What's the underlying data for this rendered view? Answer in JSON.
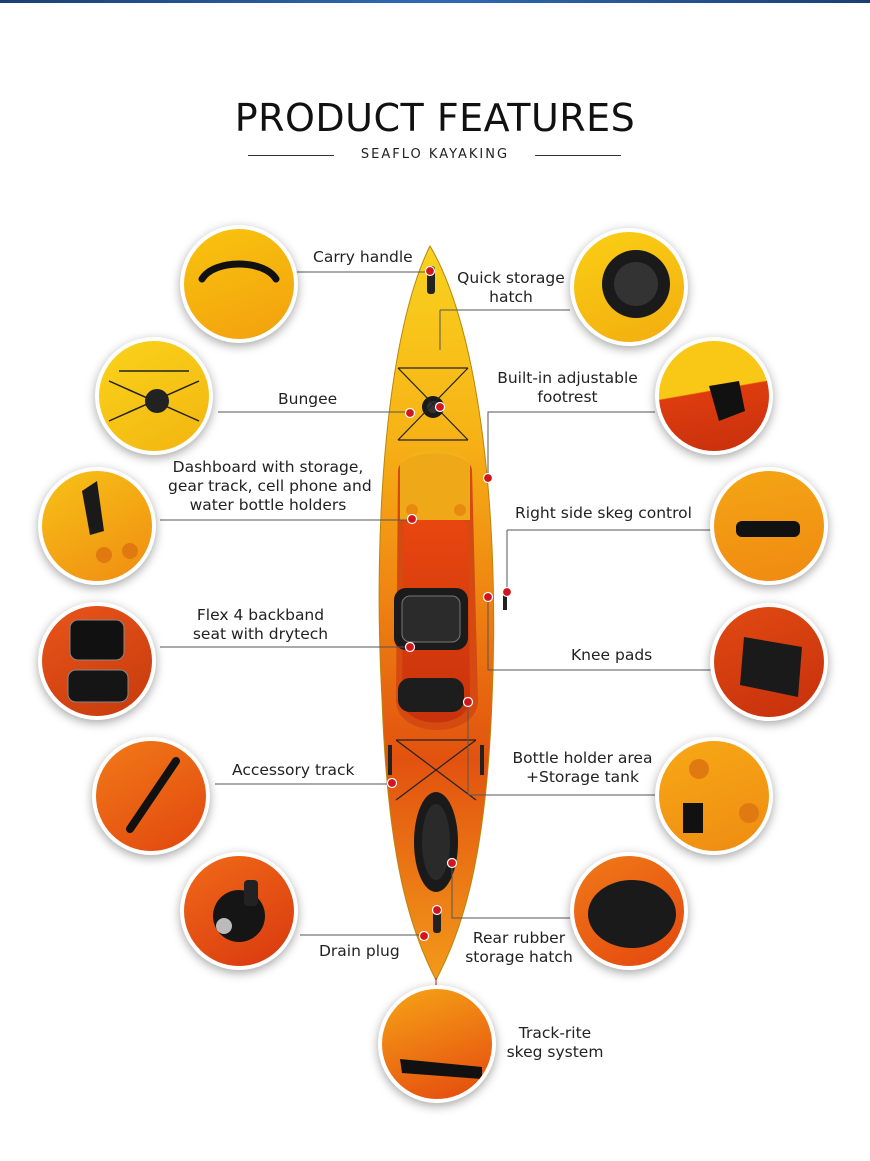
{
  "header": {
    "title": "PRODUCT FEATURES",
    "subtitle": "SEAFLO KAYAKING"
  },
  "features": {
    "carry_handle": "Carry handle",
    "quick_hatch_1": "Quick storage",
    "quick_hatch_2": "hatch",
    "bungee": "Bungee",
    "footrest_1": "Built-in adjustable",
    "footrest_2": "footrest",
    "dashboard_1": "Dashboard with storage,",
    "dashboard_2": "gear track, cell phone and",
    "dashboard_3": "water bottle holders",
    "skeg_control": "Right side skeg control",
    "seat_1": "Flex 4 backband",
    "seat_2": "seat with drytech",
    "knee_pads": "Knee pads",
    "bottle_1": "Bottle holder area",
    "bottle_2": "+Storage tank",
    "accessory_track": "Accessory track",
    "rear_hatch_1": "Rear rubber",
    "rear_hatch_2": "storage hatch",
    "drain_plug": "Drain plug",
    "skeg_system_1": "Track-rite",
    "skeg_system_2": "skeg system"
  },
  "colors": {
    "accent_dot": "#d4141c",
    "hull_yellow": "#f7c21a",
    "hull_orange": "#ef6a12",
    "hull_red": "#d9360f"
  }
}
